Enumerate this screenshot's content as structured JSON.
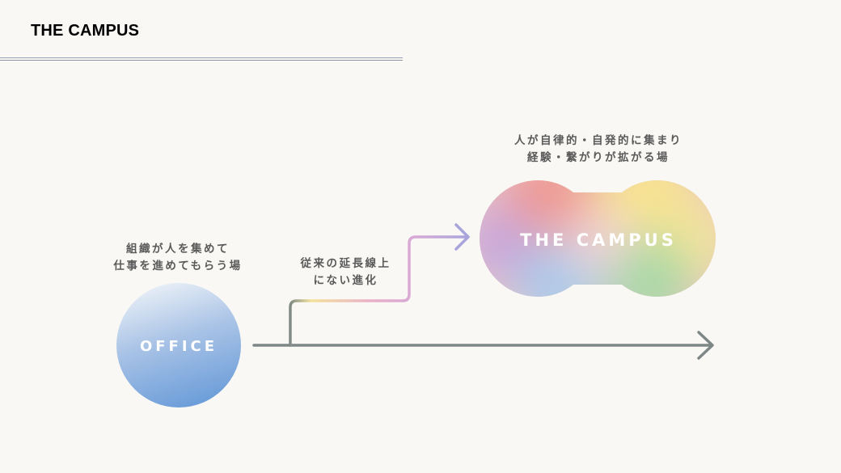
{
  "header": {
    "title": "THE CAMPUS"
  },
  "office": {
    "label": "OFFICE",
    "caption_line1": "組織が人を集めて",
    "caption_line2": "仕事を進めてもらう場"
  },
  "path": {
    "caption_line1": "従来の延長線上",
    "caption_line2": "にない進化"
  },
  "campus": {
    "label": "THE CAMPUS",
    "caption_line1": "人が自律的・自発的に集まり",
    "caption_line2": "経験・繋がりが拡がる場"
  },
  "colors": {
    "background": "#f9f8f4",
    "axis": "#7d8785",
    "office_gradient": [
      "#e6edf6",
      "#6c9ed8"
    ],
    "campus_gradient": [
      "#ef9a96",
      "#f6e08e",
      "#a7d7a0",
      "#a8c8eb",
      "#c9a8dc"
    ],
    "path_gradient": [
      "#f6e08e",
      "#e7a9c9",
      "#a7a3dc"
    ]
  }
}
